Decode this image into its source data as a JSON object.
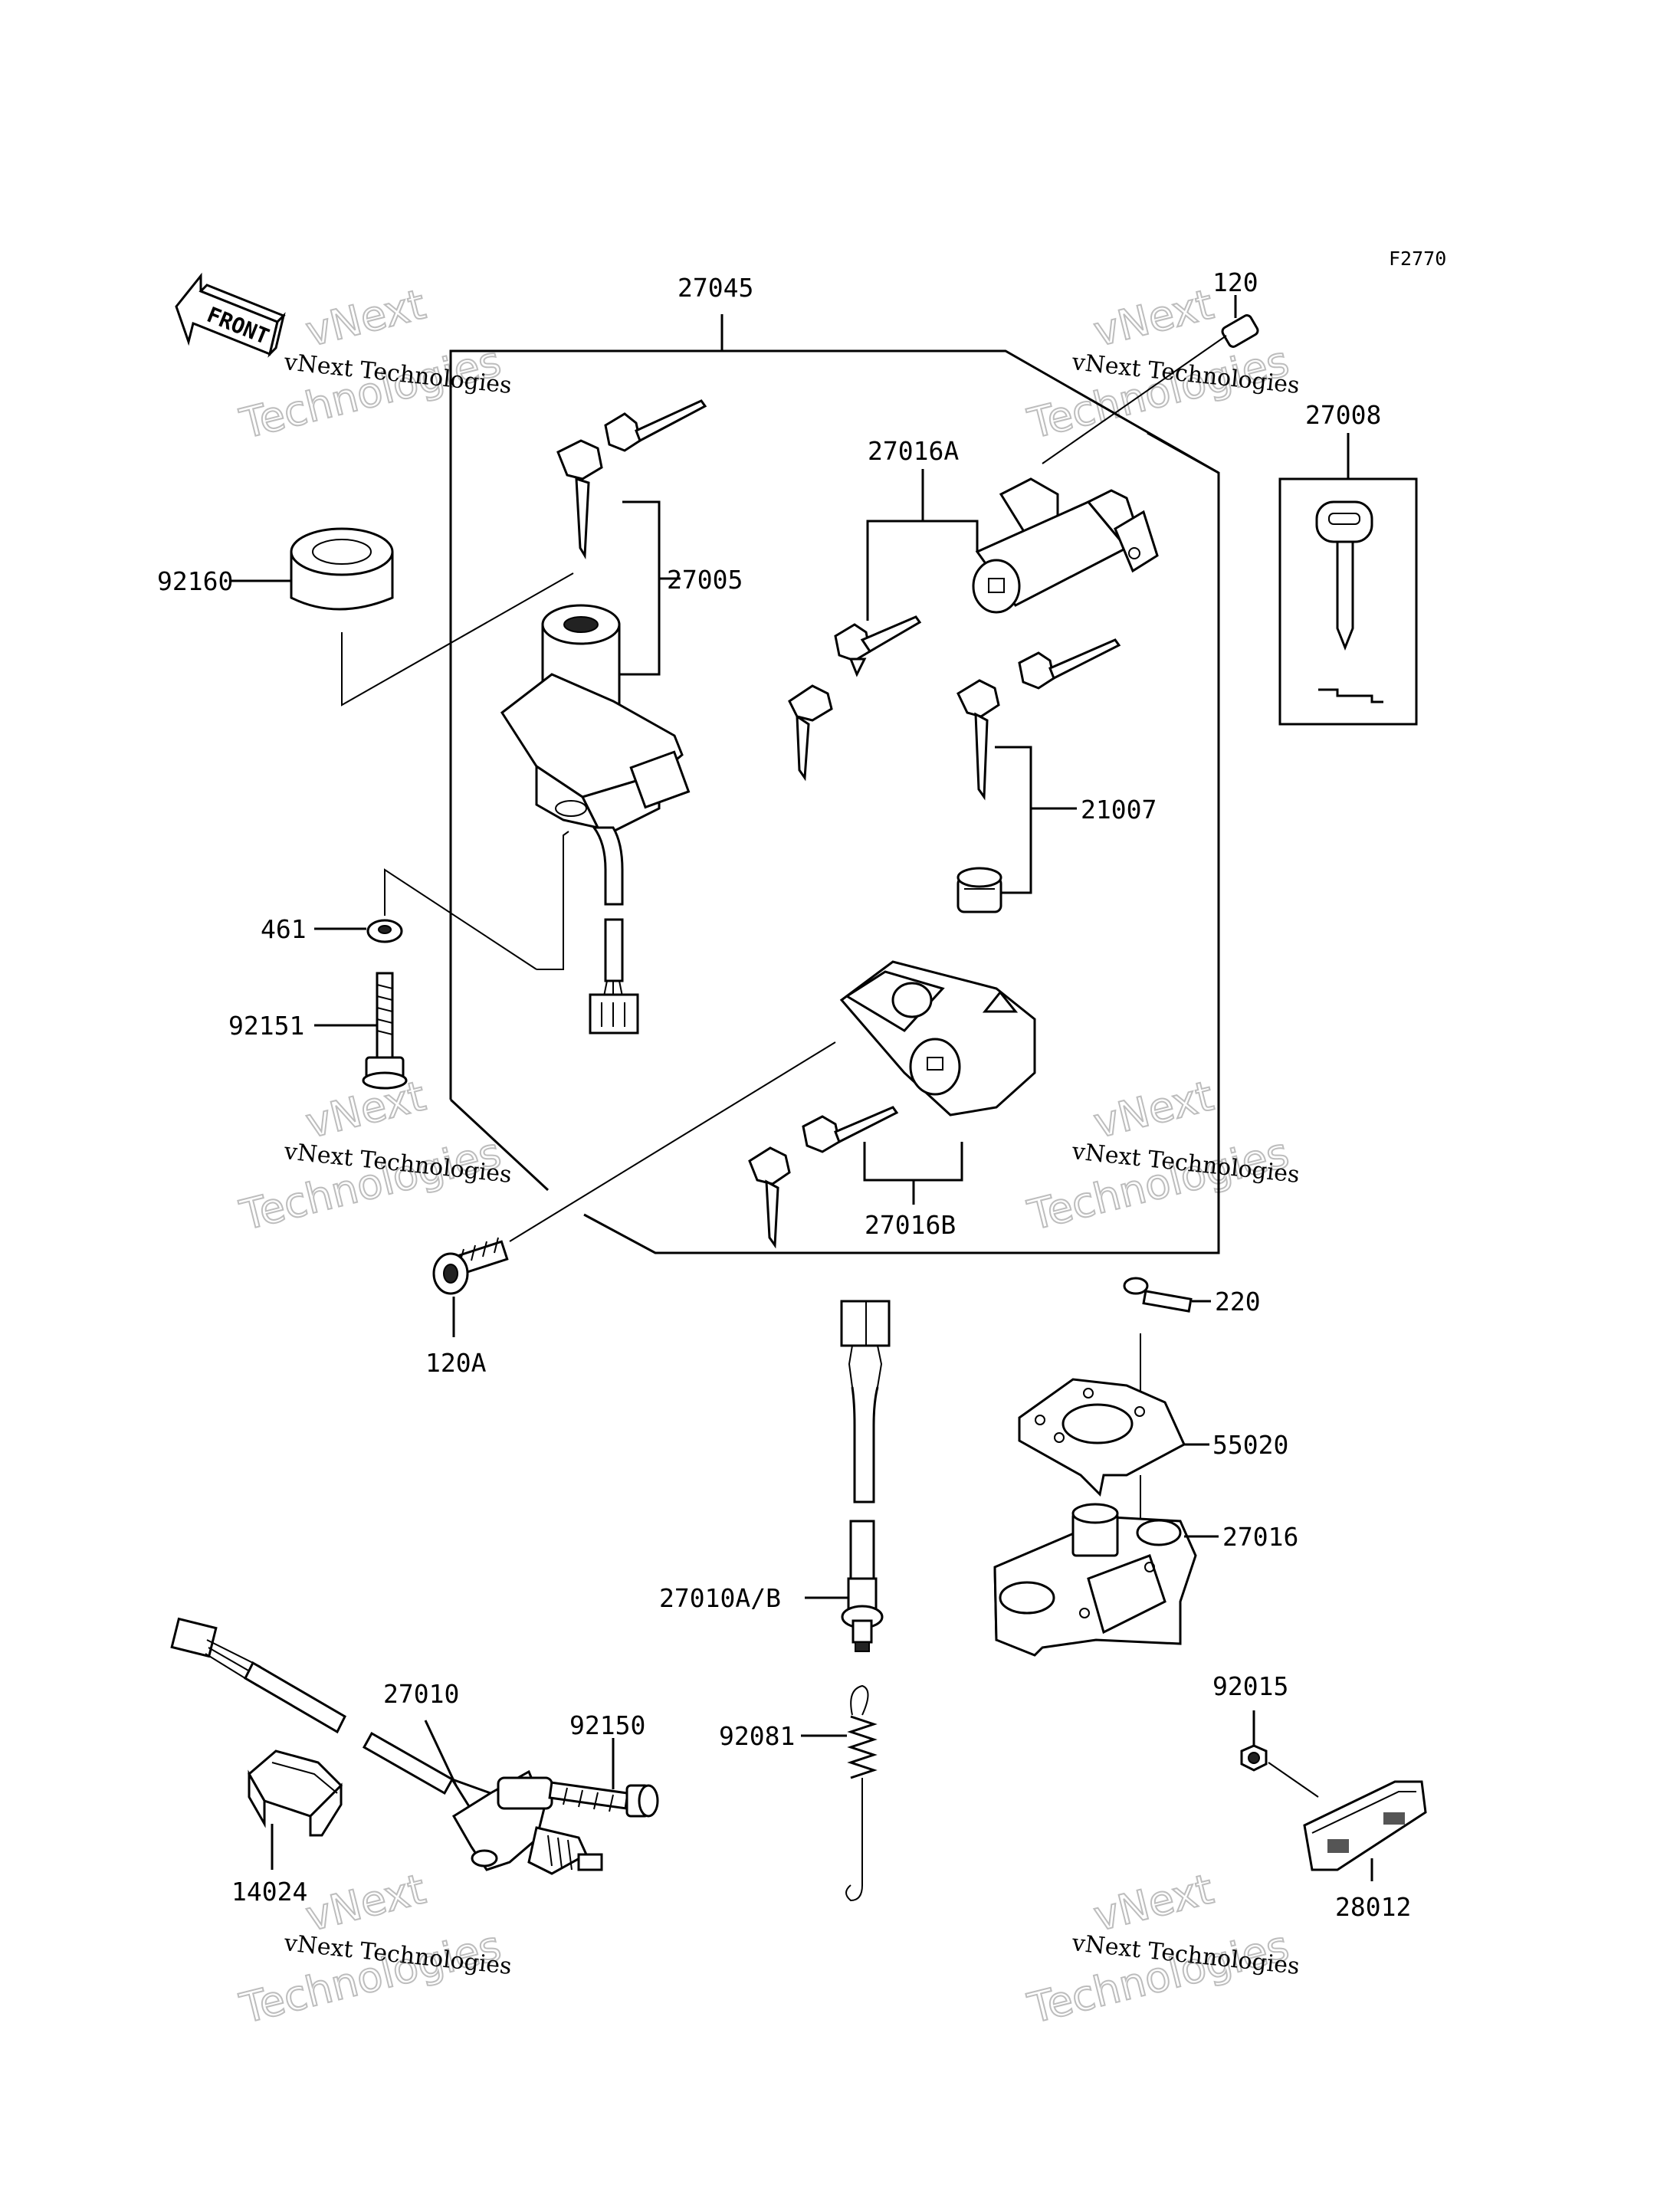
{
  "figure_code": "F2770",
  "front_label": "FRONT",
  "watermark": {
    "line1": "vNext Technologies",
    "line2": "Technologies",
    "line3": "vNext"
  },
  "callouts": [
    {
      "id": "27045",
      "text": "27045"
    },
    {
      "id": "120",
      "text": "120"
    },
    {
      "id": "27008",
      "text": "27008"
    },
    {
      "id": "27016A",
      "text": "27016A"
    },
    {
      "id": "92160",
      "text": "92160"
    },
    {
      "id": "27005",
      "text": "27005"
    },
    {
      "id": "21007",
      "text": "21007"
    },
    {
      "id": "461",
      "text": "461"
    },
    {
      "id": "92151",
      "text": "92151"
    },
    {
      "id": "27016B",
      "text": "27016B"
    },
    {
      "id": "120A",
      "text": "120A"
    },
    {
      "id": "220",
      "text": "220"
    },
    {
      "id": "55020",
      "text": "55020"
    },
    {
      "id": "27016",
      "text": "27016"
    },
    {
      "id": "27010AB",
      "text": "27010A/B"
    },
    {
      "id": "92081",
      "text": "92081"
    },
    {
      "id": "27010",
      "text": "27010"
    },
    {
      "id": "92150",
      "text": "92150"
    },
    {
      "id": "14024",
      "text": "14024"
    },
    {
      "id": "92015",
      "text": "92015"
    },
    {
      "id": "28012",
      "text": "28012"
    }
  ]
}
